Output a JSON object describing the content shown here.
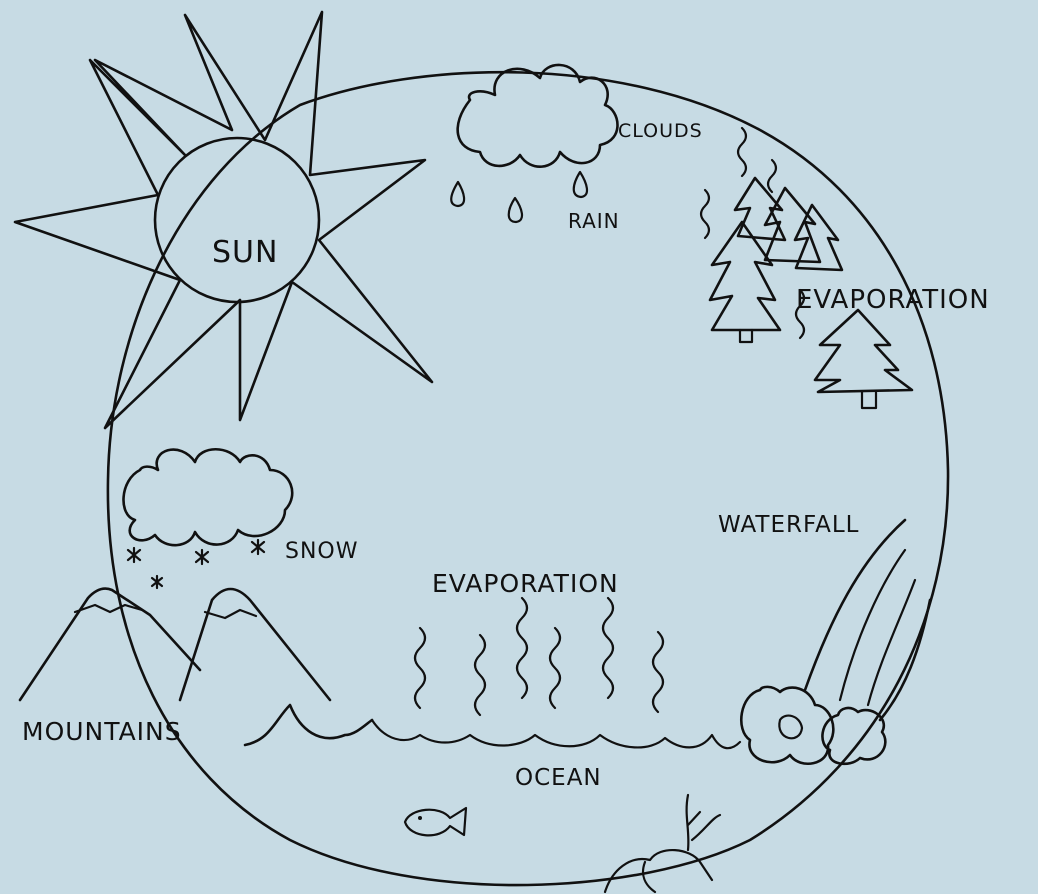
{
  "diagram": {
    "labels": {
      "sun": "SUN",
      "clouds": "CLOUDS",
      "rain": "RAIN",
      "evaporation_trees": "EVAPORATION",
      "waterfall": "WATERFALL",
      "snow": "SNOW",
      "evaporation_ocean": "EVAPORATION",
      "mountains": "MOUNTAINS",
      "ocean": "OCEAN"
    },
    "colors": {
      "background": "#c7dbe4",
      "ink": "#111111"
    }
  }
}
